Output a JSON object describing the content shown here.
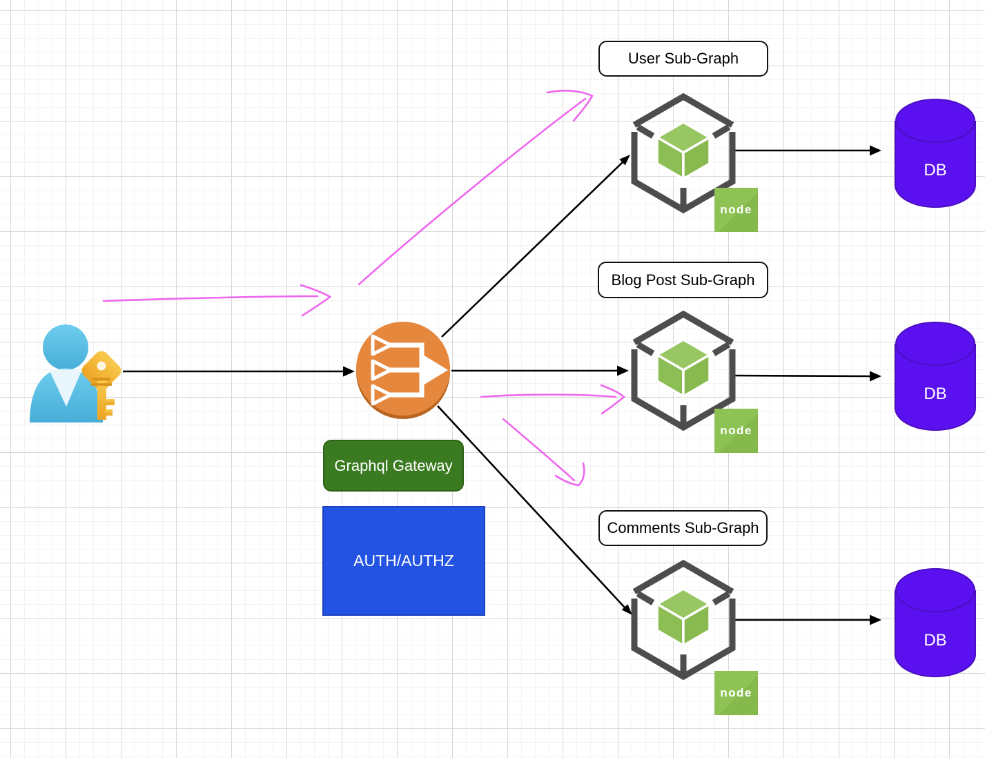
{
  "diagram": {
    "type": "architecture-diagram",
    "background": "square-grid",
    "colors": {
      "gateway_orange": "#e6873e",
      "gateway_label_green": "#3a7a21",
      "auth_blue": "#2353e3",
      "db_purple": "#5b11ef",
      "cube_green": "#8cbe55",
      "node_badge_green": "#8cbf4d",
      "annotation_pink": "#ef66ef",
      "edge_black": "#000000"
    },
    "user": {
      "icon": "person-with-key"
    },
    "gateway": {
      "label": "Graphql Gateway",
      "icon": "merge-arrows-circle"
    },
    "auth_box": {
      "label": "AUTH/AUTHZ"
    },
    "subgraphs": [
      {
        "label": "User Sub-Graph",
        "runtime_badge": "node",
        "db_label": "DB"
      },
      {
        "label": "Blog Post Sub-Graph",
        "runtime_badge": "node",
        "db_label": "DB"
      },
      {
        "label": "Comments Sub-Graph",
        "runtime_badge": "node",
        "db_label": "DB"
      }
    ],
    "edges": [
      {
        "from": "user",
        "to": "graphql-gateway",
        "style": "solid-black-arrow"
      },
      {
        "from": "graphql-gateway",
        "to": "user-subgraph",
        "style": "solid-black-arrow"
      },
      {
        "from": "graphql-gateway",
        "to": "blog-post-subgraph",
        "style": "solid-black-arrow"
      },
      {
        "from": "graphql-gateway",
        "to": "comments-subgraph",
        "style": "solid-black-arrow"
      },
      {
        "from": "user-subgraph",
        "to": "db",
        "style": "solid-black-arrow"
      },
      {
        "from": "blog-post-subgraph",
        "to": "db",
        "style": "solid-black-arrow"
      },
      {
        "from": "comments-subgraph",
        "to": "db",
        "style": "solid-black-arrow"
      },
      {
        "annotation": "hand-drawn pink arrow toward gateway (horizontal, left side)"
      },
      {
        "annotation": "hand-drawn pink arrow curving up toward user-subgraph"
      },
      {
        "annotation": "hand-drawn pink arrow toward blog-post-subgraph"
      },
      {
        "annotation": "hand-drawn pink arrow curving down toward comments-subgraph"
      }
    ]
  }
}
